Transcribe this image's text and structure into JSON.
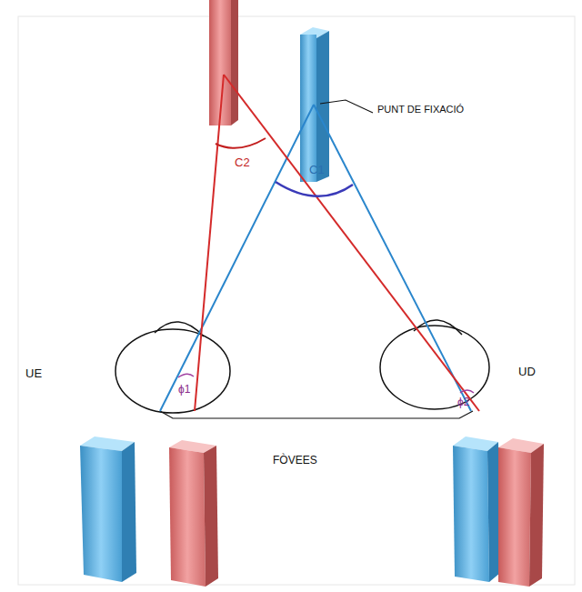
{
  "diagram": {
    "labels": [
      "PUNT DE FIXACIÓ",
      "C2",
      "C1",
      "UE",
      "UD",
      "FÒVEES",
      "ϕ1",
      "ϕ2"
    ]
  }
}
